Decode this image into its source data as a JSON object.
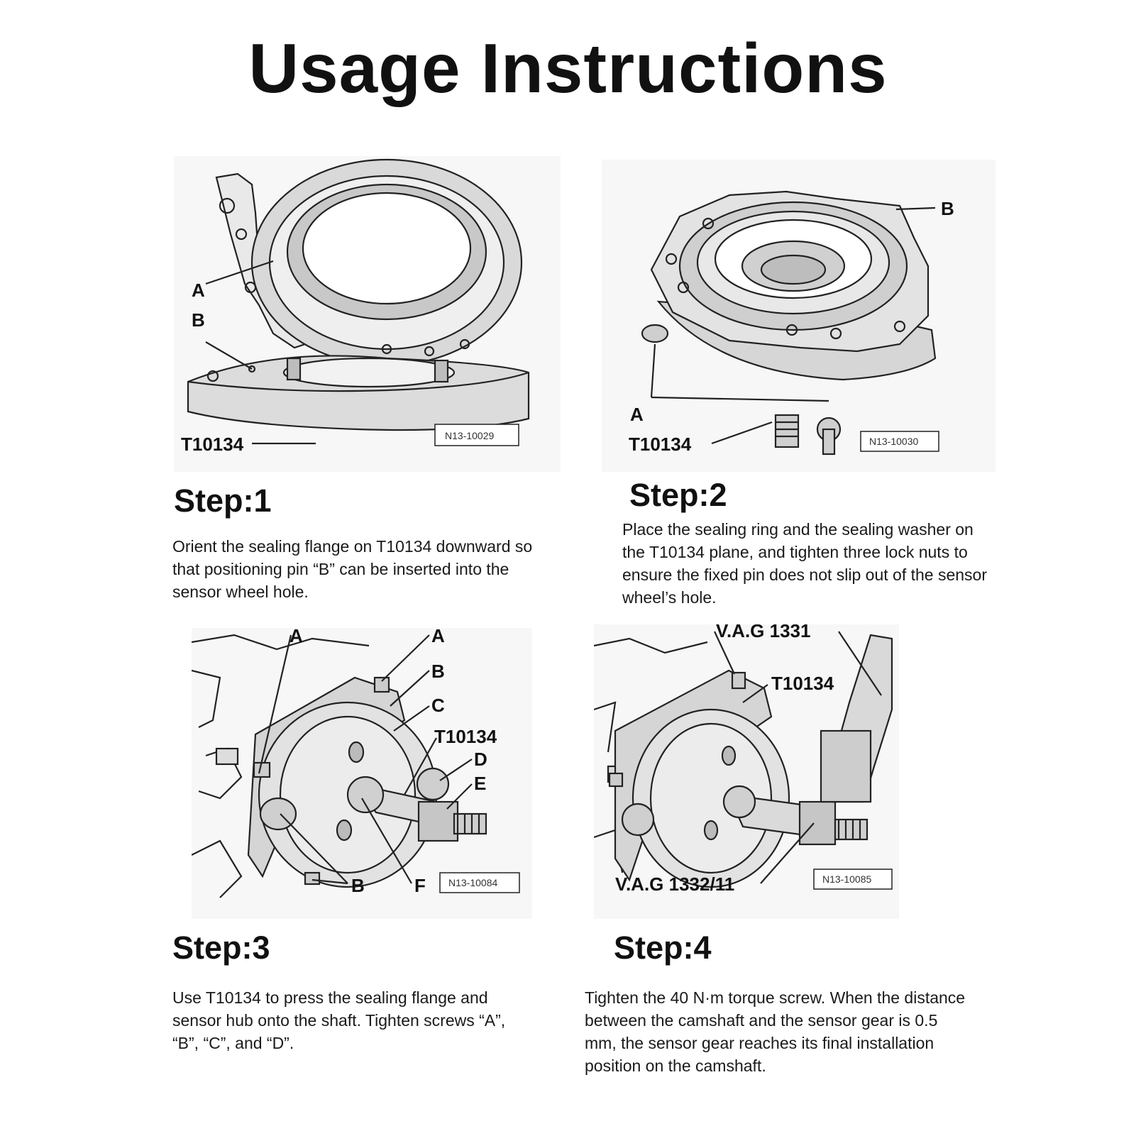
{
  "title": "Usage Instructions",
  "steps": [
    {
      "heading": "Step:1",
      "text": "Orient the sealing flange on T10134 downward so that positioning pin “B” can be inserted into the sensor wheel hole.",
      "figure": {
        "labels": [
          "A",
          "B",
          "T10134"
        ],
        "code": "N13-10029"
      }
    },
    {
      "heading": "Step:2",
      "text": "Place the sealing ring and the sealing washer on the T10134 plane, and tighten three lock nuts to ensure the fixed pin does not slip out of the sensor wheel’s hole.",
      "figure": {
        "labels": [
          "B",
          "A",
          "T10134"
        ],
        "code": "N13-10030"
      }
    },
    {
      "heading": "Step:3",
      "text": "Use T10134 to press the sealing flange and sensor hub onto the shaft. Tighten screws “A”, “B”, “C”, and “D”.",
      "figure": {
        "labels": [
          "A",
          "A",
          "B",
          "C",
          "T10134",
          "D",
          "E",
          "B",
          "F"
        ],
        "code": "N13-10084"
      }
    },
    {
      "heading": "Step:4",
      "text": "Tighten the 40 N·m torque screw. When the distance between the camshaft and the sensor gear is 0.5 mm, the sensor gear reaches its final installation position on the camshaft.",
      "figure": {
        "labels": [
          "V.A.G 1331",
          "T10134",
          "V.A.G 1332/11"
        ],
        "code": "N13-10085"
      }
    }
  ]
}
